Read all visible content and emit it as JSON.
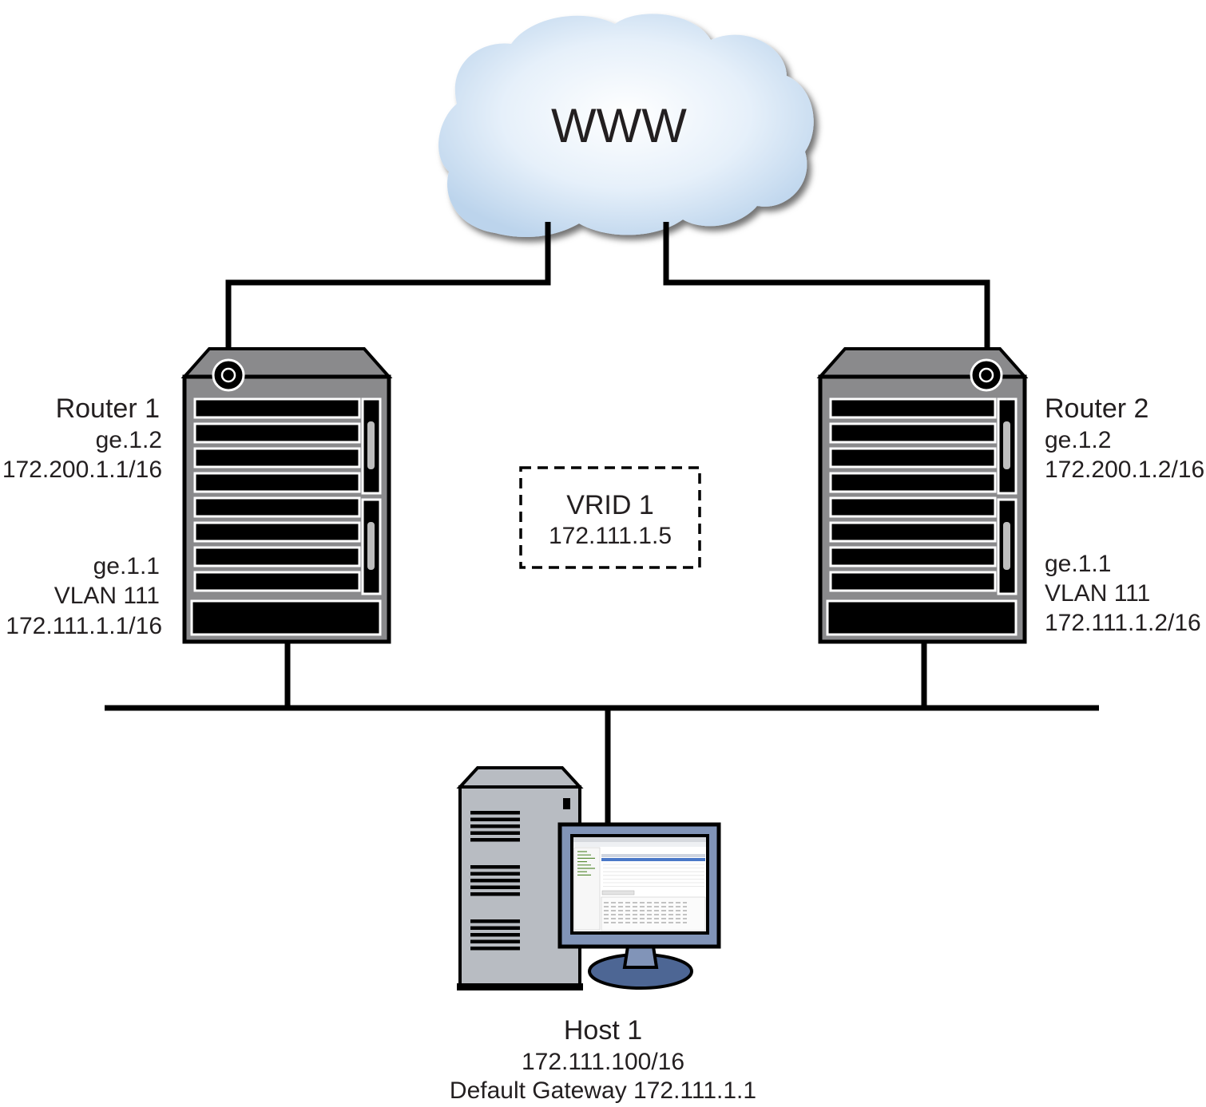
{
  "cloud": {
    "label": "WWW"
  },
  "router1": {
    "name": "Router 1",
    "uplink_port": "ge.1.2",
    "uplink_ip": "172.200.1.1/16",
    "lan_port": "ge.1.1",
    "lan_vlan": "VLAN 111",
    "lan_ip": "172.111.1.1/16"
  },
  "router2": {
    "name": "Router 2",
    "uplink_port": "ge.1.2",
    "uplink_ip": "172.200.1.2/16",
    "lan_port": "ge.1.1",
    "lan_vlan": "VLAN 111",
    "lan_ip": "172.111.1.2/16"
  },
  "vrid": {
    "name": "VRID 1",
    "ip": "172.111.1.5"
  },
  "host": {
    "name": "Host 1",
    "ip": "172.111.100/16",
    "gateway": "Default Gateway 172.111.1.1"
  },
  "colors": {
    "line": "#000000",
    "cloud_fill_center": "#ffffff",
    "cloud_fill_edge": "#c9def2",
    "router_gray": "#8a8a8c",
    "tower_gray": "#b8bcc2",
    "monitor_blue": "#8194b8",
    "stand_blue": "#4d6694"
  }
}
